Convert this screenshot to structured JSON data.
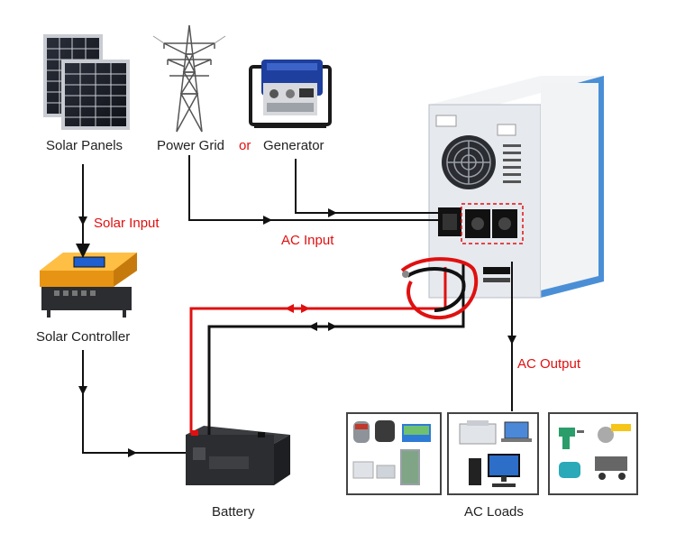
{
  "labels": {
    "solar_panels": "Solar Panels",
    "power_grid": "Power Grid",
    "or": "or",
    "generator": "Generator",
    "solar_input": "Solar Input",
    "ac_input": "AC Input",
    "solar_controller": "Solar Controller",
    "ac_output": "AC Output",
    "battery": "Battery",
    "ac_loads": "AC Loads"
  },
  "colors": {
    "positive_wire": "#e01010",
    "negative_wire": "#111111",
    "label_accent": "#e01010",
    "controller_orange": "#f5a623",
    "inverter_body": "#e6e9ee",
    "inverter_trim": "#4a8fd6"
  },
  "icons": {
    "solar_panels": "solar-panel-icon",
    "power_grid": "transmission-tower-icon",
    "generator": "generator-icon",
    "solar_controller": "charge-controller-icon",
    "inverter": "inverter-icon",
    "battery": "battery-icon",
    "load_groups": [
      "kitchen-appliances-icon",
      "office-electronics-icon",
      "power-tools-icon"
    ]
  }
}
